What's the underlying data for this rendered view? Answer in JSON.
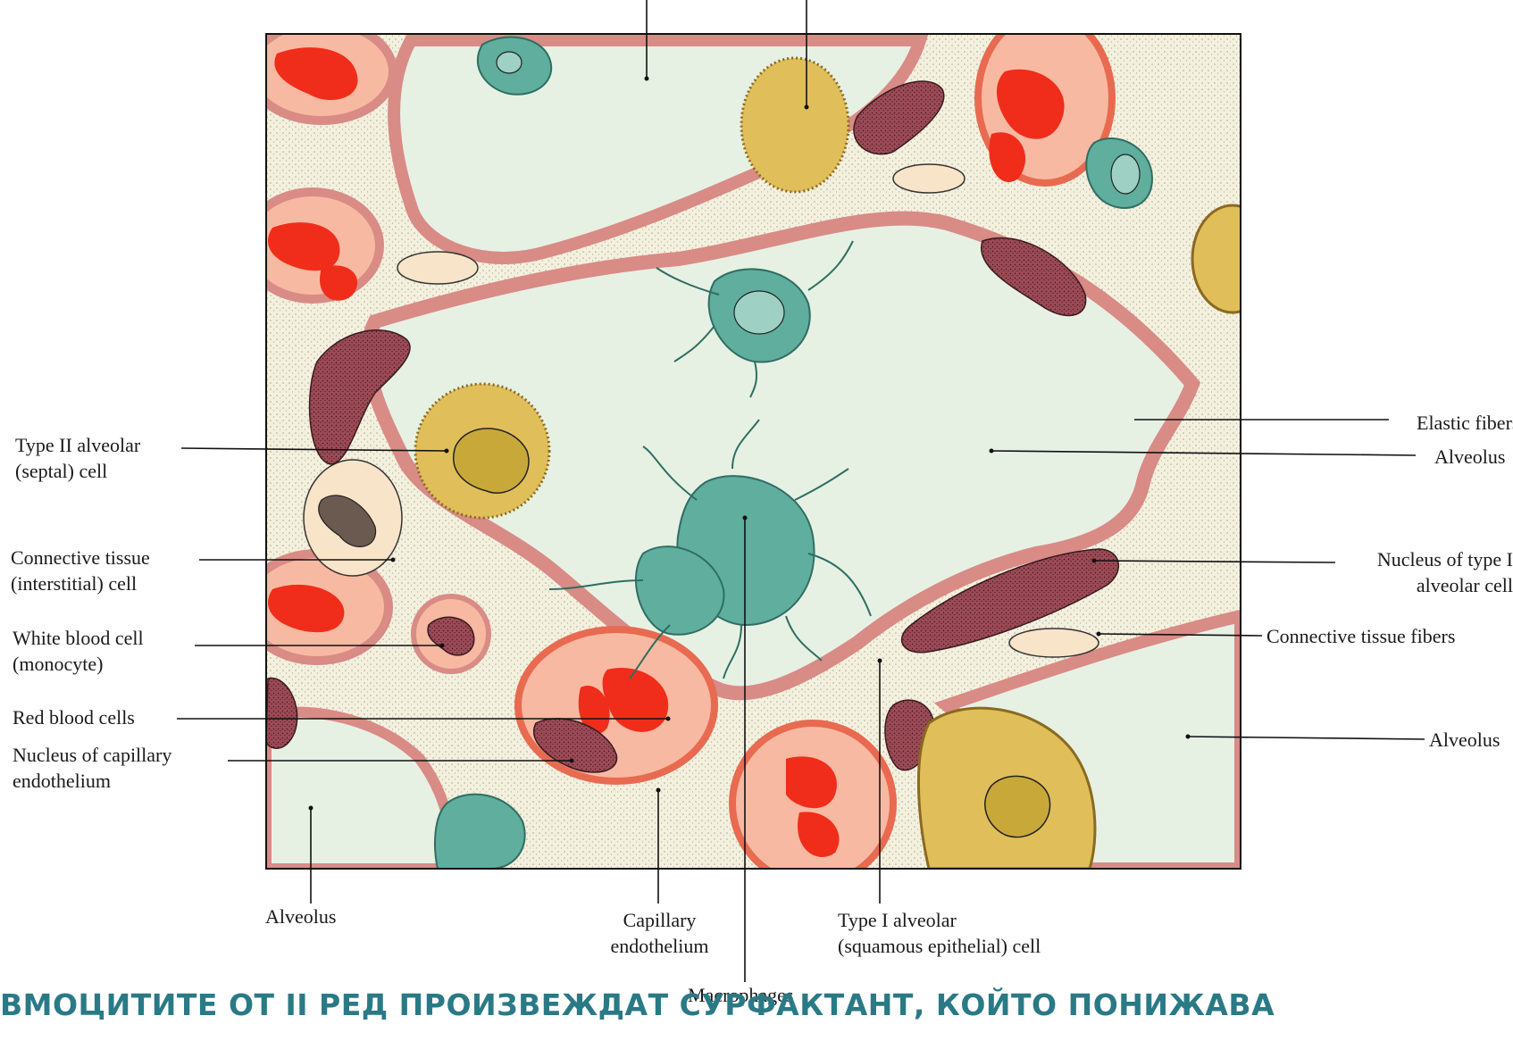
{
  "labels": {
    "type2_cell": "Type II alveolar\n(septal) cell",
    "connective_cell": "Connective tissue\n(interstitial) cell",
    "white_blood_cell": "White blood cell\n(monocyte)",
    "red_blood_cells": "Red blood cells",
    "nucleus_capillary": "Nucleus of capillary\nendothelium",
    "elastic_fibers": "Elastic fibers",
    "alveolus_right_1": "Alveolus",
    "nucleus_type1": "Nucleus of type I\nalveolar cell",
    "connective_fibers": "Connective tissue fibers",
    "alveolus_right_2": "Alveolus",
    "alveolus_bottom": "Alveolus",
    "capillary_endothelium": "Capillary\nendothelium",
    "type1_cell": "Type I alveolar\n(squamous epithelial) cell",
    "macrophages": "Macrophages"
  },
  "caption": "ВМОЦИТИТЕ ОТ II РЕД ПРОИЗВЕЖДАТ СУРФАКТАНТ, КОЙТО ПОНИЖАВА",
  "colors": {
    "alveolus": "#e6f1e4",
    "septum": "#d98b86",
    "interstitium": "#f4f0de",
    "red_blood_cell": "#f02d1a",
    "capillary": "#f8b9a2",
    "macrophage": "#5fae9e",
    "type2_cell": "#e0bf5a",
    "nucleus": "#9c4a55",
    "caption": "#2a7a86"
  }
}
